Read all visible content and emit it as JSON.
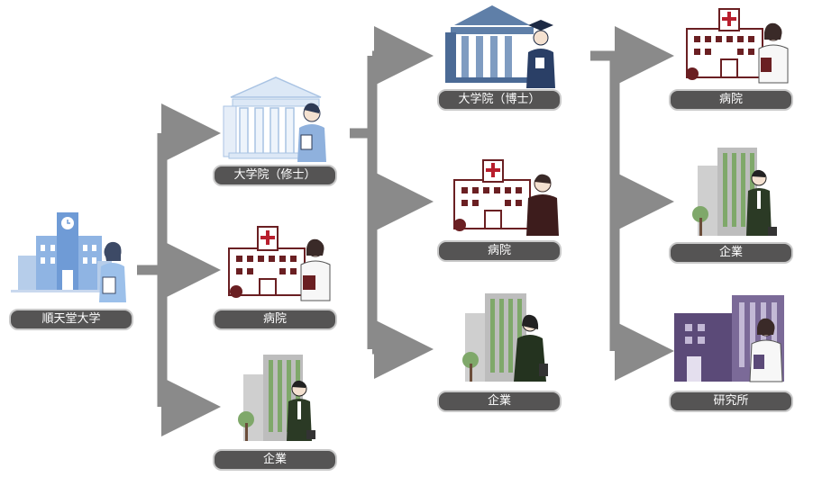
{
  "colors": {
    "arrow": "#8a8a8a",
    "label_bg": "#555454",
    "label_border": "#c9c9c9",
    "label_text": "#ffffff",
    "university": "#8fb4e3",
    "grad_master": "#cfe1f5",
    "grad_doctor": "#5f7fa8",
    "hospital": "#6a1f22",
    "company": "#7fa86a",
    "research": "#5b4a78"
  },
  "nodes": {
    "origin": {
      "label": "順天堂大学",
      "icon": "university-building-with-student-icon"
    },
    "master": {
      "label": "大学院（修士）",
      "icon": "graduate-school-with-student-icon"
    },
    "hospital_1": {
      "label": "病院",
      "icon": "hospital-with-nurse-icon"
    },
    "company_1": {
      "label": "企業",
      "icon": "office-building-with-businessman-icon"
    },
    "doctor": {
      "label": "大学院（博士）",
      "icon": "graduate-school-with-graduate-icon"
    },
    "hospital_2": {
      "label": "病院",
      "icon": "hospital-with-doctor-icon"
    },
    "company_2": {
      "label": "企業",
      "icon": "office-building-with-businesswoman-icon"
    },
    "hospital_3": {
      "label": "病院",
      "icon": "hospital-with-nurse-icon"
    },
    "company_3": {
      "label": "企業",
      "icon": "office-building-with-businessman-icon"
    },
    "research": {
      "label": "研究所",
      "icon": "research-institute-with-researcher-icon"
    }
  }
}
